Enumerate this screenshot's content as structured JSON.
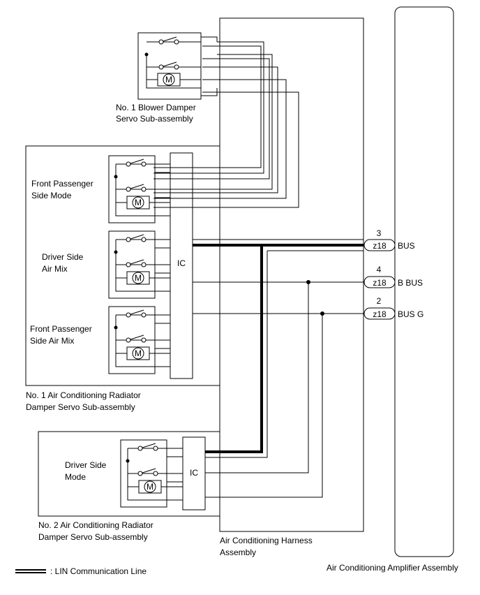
{
  "components": {
    "blower_damper": {
      "line1": "No. 1 Blower Damper",
      "line2": "Servo Sub-assembly"
    },
    "radiator_no1": {
      "line1": "No. 1 Air Conditioning Radiator",
      "line2": "Damper Servo Sub-assembly"
    },
    "radiator_no2": {
      "line1": "No. 2 Air Conditioning Radiator",
      "line2": "Damper Servo Sub-assembly"
    },
    "harness": {
      "line1": "Air Conditioning Harness",
      "line2": "Assembly"
    },
    "amplifier": {
      "label": "Air Conditioning Amplifier Assembly"
    }
  },
  "servos": {
    "front_passenger_side_mode": {
      "line1": "Front Passenger",
      "line2": "Side Mode"
    },
    "driver_side_air_mix": {
      "line1": "Driver Side",
      "line2": "Air Mix"
    },
    "front_passenger_side_air_mix": {
      "line1": "Front Passenger",
      "line2": "Side Air Mix"
    },
    "driver_side_mode": {
      "line1": "Driver Side",
      "line2": "Mode"
    }
  },
  "ic_label": "IC",
  "motor_label": "M",
  "connectors": [
    {
      "pin": "3",
      "connector": "z18",
      "signal": "BUS"
    },
    {
      "pin": "4",
      "connector": "z18",
      "signal": "B BUS"
    },
    {
      "pin": "2",
      "connector": "z18",
      "signal": "BUS G"
    }
  ],
  "legend": {
    "label": ": LIN Communication Line"
  }
}
